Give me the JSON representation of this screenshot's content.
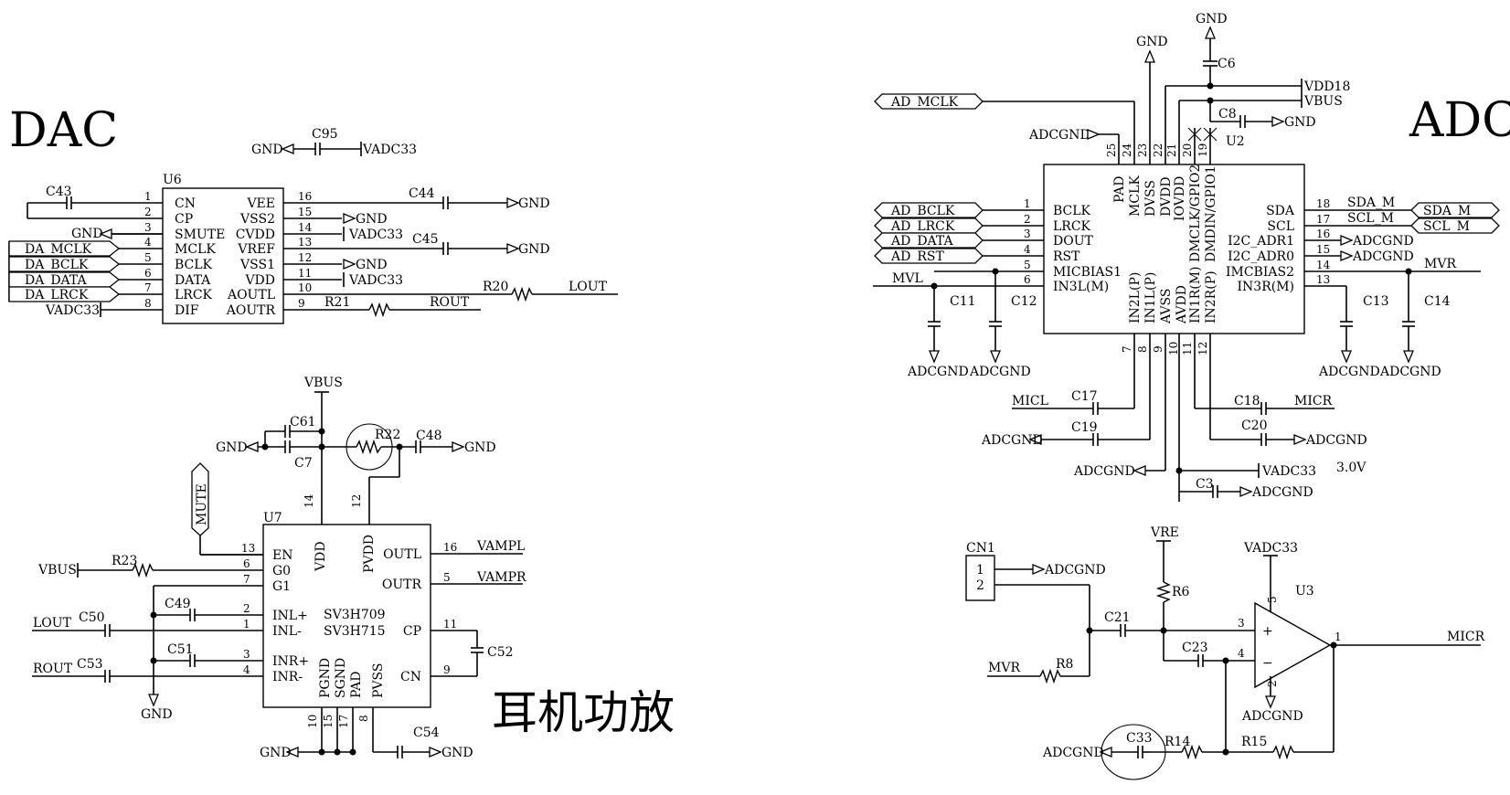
{
  "titles": {
    "dac": "DAC",
    "adc": "ADC",
    "amp": "耳机功放"
  },
  "dac": {
    "ref": "U6",
    "left": [
      {
        "pin": "1",
        "name": "CN"
      },
      {
        "pin": "2",
        "name": "CP"
      },
      {
        "pin": "3",
        "name": "SMUTE"
      },
      {
        "pin": "4",
        "name": "MCLK"
      },
      {
        "pin": "5",
        "name": "BCLK"
      },
      {
        "pin": "6",
        "name": "DATA"
      },
      {
        "pin": "7",
        "name": "LRCK"
      },
      {
        "pin": "8",
        "name": "DIF"
      }
    ],
    "right": [
      {
        "pin": "16",
        "name": "VEE"
      },
      {
        "pin": "15",
        "name": "VSS2"
      },
      {
        "pin": "14",
        "name": "CVDD"
      },
      {
        "pin": "13",
        "name": "VREF"
      },
      {
        "pin": "12",
        "name": "VSS1"
      },
      {
        "pin": "11",
        "name": "VDD"
      },
      {
        "pin": "10",
        "name": "AOUTL"
      },
      {
        "pin": "9",
        "name": "AOUTR"
      }
    ],
    "ports": [
      "DA_MCLK",
      "DA_BCLK",
      "DA_DATA",
      "DA_LRCK"
    ],
    "labels": {
      "c95": "C95",
      "c43": "C43",
      "c44": "C44",
      "c45": "C45",
      "r20": "R20",
      "r21": "R21",
      "lout": "LOUT",
      "rout": "ROUT",
      "vadc": "VADC33",
      "gnd": "GND"
    }
  },
  "amp": {
    "ref": "U7",
    "part1": "SV3H709",
    "part2": "SV3H715",
    "left": [
      {
        "pin": "13",
        "name": "EN"
      },
      {
        "pin": "6",
        "name": "G0"
      },
      {
        "pin": "7",
        "name": "G1"
      },
      {
        "pin": "2",
        "name": "INL+"
      },
      {
        "pin": "1",
        "name": "INL-"
      },
      {
        "pin": "3",
        "name": "INR+"
      },
      {
        "pin": "4",
        "name": "INR-"
      }
    ],
    "right": [
      {
        "pin": "16",
        "name": "OUTL"
      },
      {
        "pin": "5",
        "name": "OUTR"
      },
      {
        "pin": "11",
        "name": "CP"
      },
      {
        "pin": "9",
        "name": "CN"
      }
    ],
    "top": [
      {
        "pin": "14",
        "name": "VDD"
      },
      {
        "pin": "12",
        "name": "PVDD"
      }
    ],
    "bottom": [
      {
        "pin": "10",
        "name": "PGND"
      },
      {
        "pin": "15",
        "name": "SGND"
      },
      {
        "pin": "17",
        "name": "PAD"
      },
      {
        "pin": "8",
        "name": "PVSS"
      }
    ],
    "labels": {
      "vbus": "VBUS",
      "mute": "MUTE",
      "c61": "C61",
      "c7": "C7",
      "r22": "R22",
      "c48": "C48",
      "r23": "R23",
      "c49": "C49",
      "c50": "C50",
      "c51": "C51",
      "c53": "C53",
      "c52": "C52",
      "c54": "C54",
      "vampl": "VAMPL",
      "vampr": "VAMPR",
      "lout": "LOUT",
      "rout": "ROUT",
      "gnd": "GND"
    }
  },
  "adc": {
    "ref": "U2",
    "left": [
      {
        "pin": "1",
        "name": "BCLK"
      },
      {
        "pin": "2",
        "name": "LRCK"
      },
      {
        "pin": "3",
        "name": "DOUT"
      },
      {
        "pin": "4",
        "name": "RST"
      },
      {
        "pin": "5",
        "name": "MICBIAS1"
      },
      {
        "pin": "6",
        "name": "IN3L(M)"
      }
    ],
    "right": [
      {
        "pin": "18",
        "name": "SDA"
      },
      {
        "pin": "17",
        "name": "SCL"
      },
      {
        "pin": "16",
        "name": "I2C_ADR1"
      },
      {
        "pin": "15",
        "name": "I2C_ADR0"
      },
      {
        "pin": "14",
        "name": "IMCBIAS2"
      },
      {
        "pin": "13",
        "name": "IN3R(M)"
      }
    ],
    "top": [
      {
        "pin": "25",
        "name": "PAD"
      },
      {
        "pin": "24",
        "name": "MCLK"
      },
      {
        "pin": "23",
        "name": "DVSS"
      },
      {
        "pin": "22",
        "name": "DVDD"
      },
      {
        "pin": "21",
        "name": "IOVDD"
      },
      {
        "pin": "20",
        "name": "DMCLK/GPIO2"
      },
      {
        "pin": "19",
        "name": "DMDIN/GPIO1"
      }
    ],
    "bottom": [
      {
        "pin": "7",
        "name": "IN2L(P)"
      },
      {
        "pin": "8",
        "name": "IN1L(P)"
      },
      {
        "pin": "9",
        "name": "AVSS"
      },
      {
        "pin": "10",
        "name": "AVDD"
      },
      {
        "pin": "11",
        "name": "IN1R(M)"
      },
      {
        "pin": "12",
        "name": "IN2R(P)"
      }
    ],
    "ports": [
      "AD_MCLK",
      "AD_BCLK",
      "AD_LRCK",
      "AD_DATA",
      "AD_RST",
      "SDA_M",
      "SCL_M"
    ],
    "labels": {
      "gnd": "GND",
      "c6": "C6",
      "vdd18": "VDD18",
      "vbus": "VBUS",
      "c8": "C8",
      "adcgnd": "ADCGND",
      "sdam": "SDA_M",
      "sclm": "SCL_M",
      "mvr": "MVR",
      "mvl": "MVL",
      "c11": "C11",
      "c12": "C12",
      "c13": "C13",
      "c14": "C14",
      "micl": "MICL",
      "micr": "MICR",
      "c17": "C17",
      "c18": "C18",
      "c19": "C19",
      "c20": "C20",
      "c3": "C3",
      "vadc": "VADC33",
      "v30": "3.0V"
    }
  },
  "mic": {
    "labels": {
      "cn1": "CN1",
      "p1": "1",
      "p2": "2",
      "adcgnd": "ADCGND",
      "vre": "VRE",
      "r6": "R6",
      "vadc": "VADC33",
      "u3": "U3",
      "c21": "C21",
      "c23": "C23",
      "r8": "R8",
      "mvr": "MVR",
      "micr": "MICR",
      "c33": "C33",
      "r14": "R14",
      "r15": "R15",
      "p3": "3",
      "p4": "4",
      "p5": "5",
      "p2b": "2",
      "p1b": "1",
      "plus": "+",
      "minus": "−"
    }
  }
}
